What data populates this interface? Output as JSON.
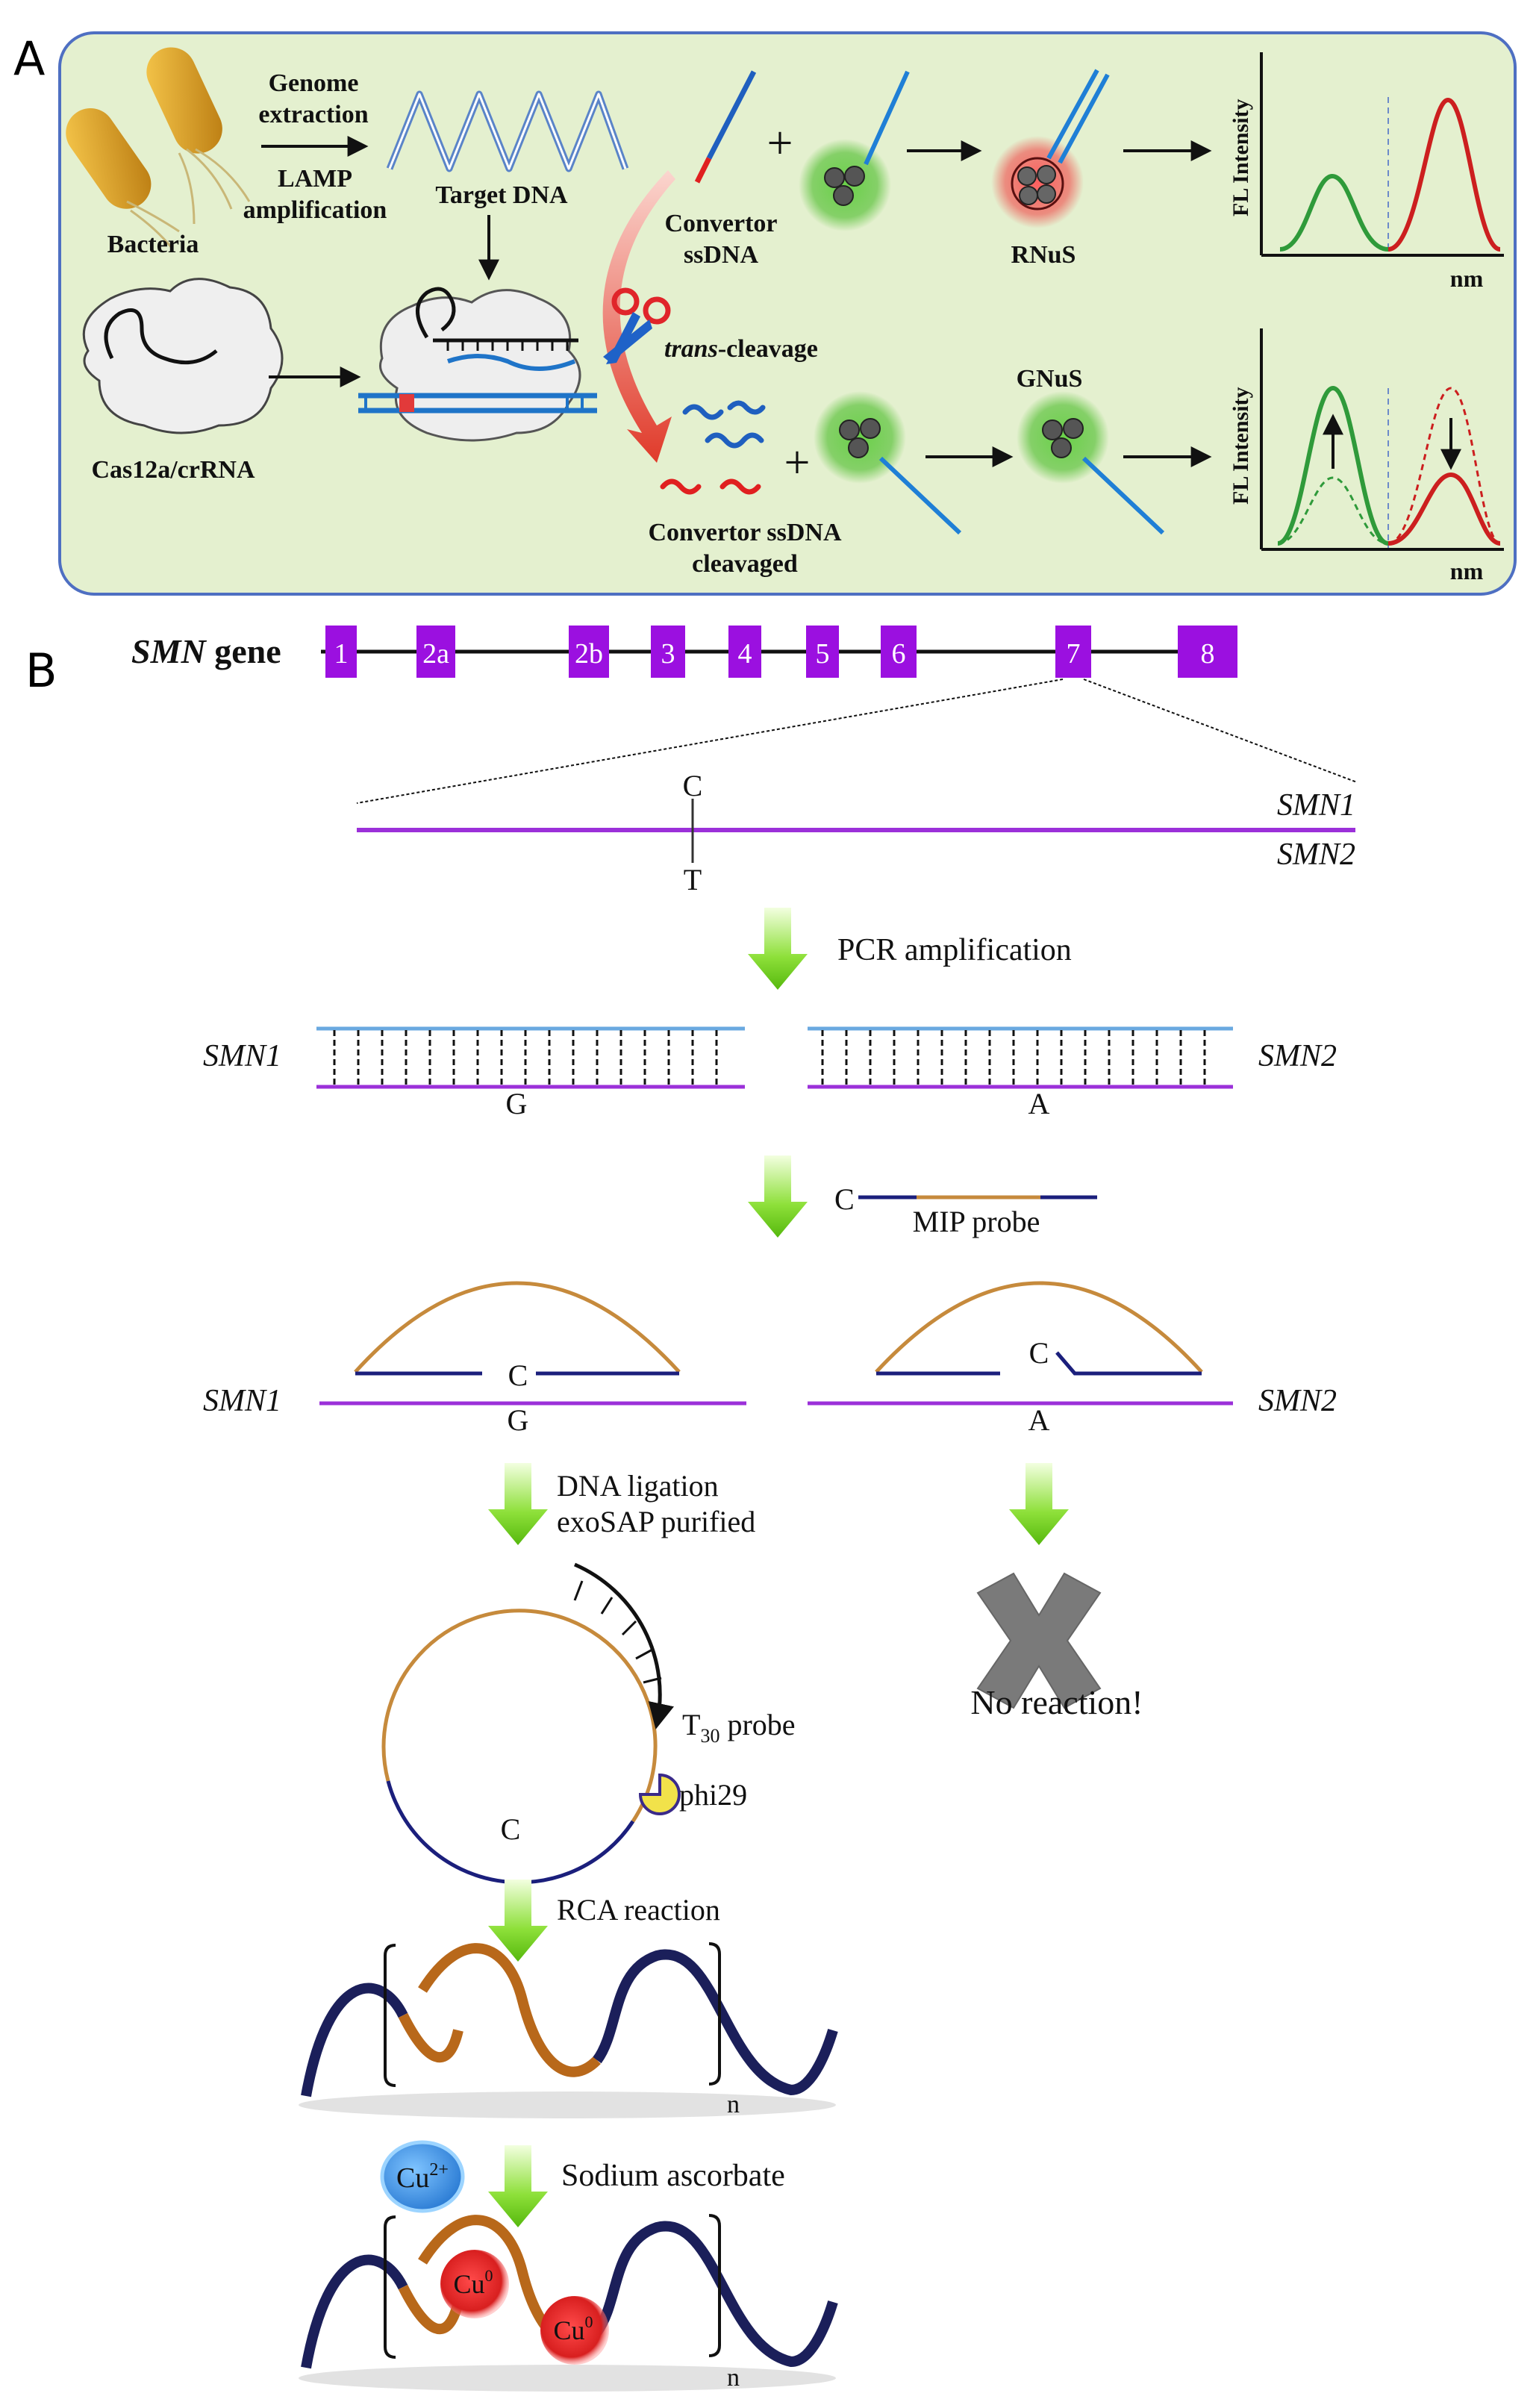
{
  "panel_a": {
    "label": "A",
    "bacteria": "Bacteria",
    "genome_extraction_1": "Genome",
    "genome_extraction_2": "extraction",
    "lamp_1": "LAMP",
    "lamp_2": "amplification",
    "target_dna": "Target DNA",
    "cas": "Cas12a/crRNA",
    "convertor_1": "Convertor",
    "convertor_2": "ssDNA",
    "trans_italic": "trans",
    "trans_rest": "-cleavage",
    "cleaved_1": "Convertor ssDNA",
    "cleaved_2": "cleavaged",
    "rnus": "RNuS",
    "gnus": "GNuS",
    "plus_1": "+",
    "plus_2": "+",
    "fl_axis_1": "FL Intensity",
    "fl_axis_2": "FL Intensity",
    "nm_1": "nm",
    "nm_2": "nm",
    "colors": {
      "background": "#e4f0cf",
      "border": "#4e6fc2",
      "green_peak": "#2f9a3a",
      "red_peak": "#cc1f1f"
    }
  },
  "panel_b": {
    "label": "B",
    "gene_italic": "SMN",
    "gene_rest": " gene",
    "exons": [
      "1",
      "2a",
      "2b",
      "3",
      "4",
      "5",
      "6",
      "7",
      "8"
    ],
    "snp_top": "C",
    "snp_bottom": "T",
    "smn1_label": "SMN1",
    "smn2_label": "SMN2",
    "pcr": "PCR amplification",
    "pcr_base_smn1": "G",
    "pcr_base_smn2": "A",
    "mip_c": "C",
    "mip_probe": "MIP probe",
    "mip_c_smn1": "C",
    "mip_g_smn1": "G",
    "mip_c_smn2": "C",
    "mip_a_smn2": "A",
    "ligation_1": "DNA ligation",
    "ligation_2": "exoSAP purified",
    "no_reaction": "No reaction!",
    "t30_t": "T",
    "t30_sub": "30",
    "t30_rest": " probe",
    "phi29": "phi29",
    "circle_c": "C",
    "rca": "RCA reaction",
    "rep_n_1": "n",
    "cu2_base": "Cu",
    "cu2_sup": "2+",
    "sodium": "Sodium ascorbate",
    "cu0_base": "Cu",
    "cu0_sup": "0",
    "rep_n_2": "n",
    "colors": {
      "exon": "#9b10e0",
      "strand_purple": "#9b30d9",
      "strand_blue": "#6aa9e0",
      "probe_gold": "#c68a3c",
      "probe_navy": "#1b1f7c",
      "arrow_green": "#6fd11e"
    }
  }
}
